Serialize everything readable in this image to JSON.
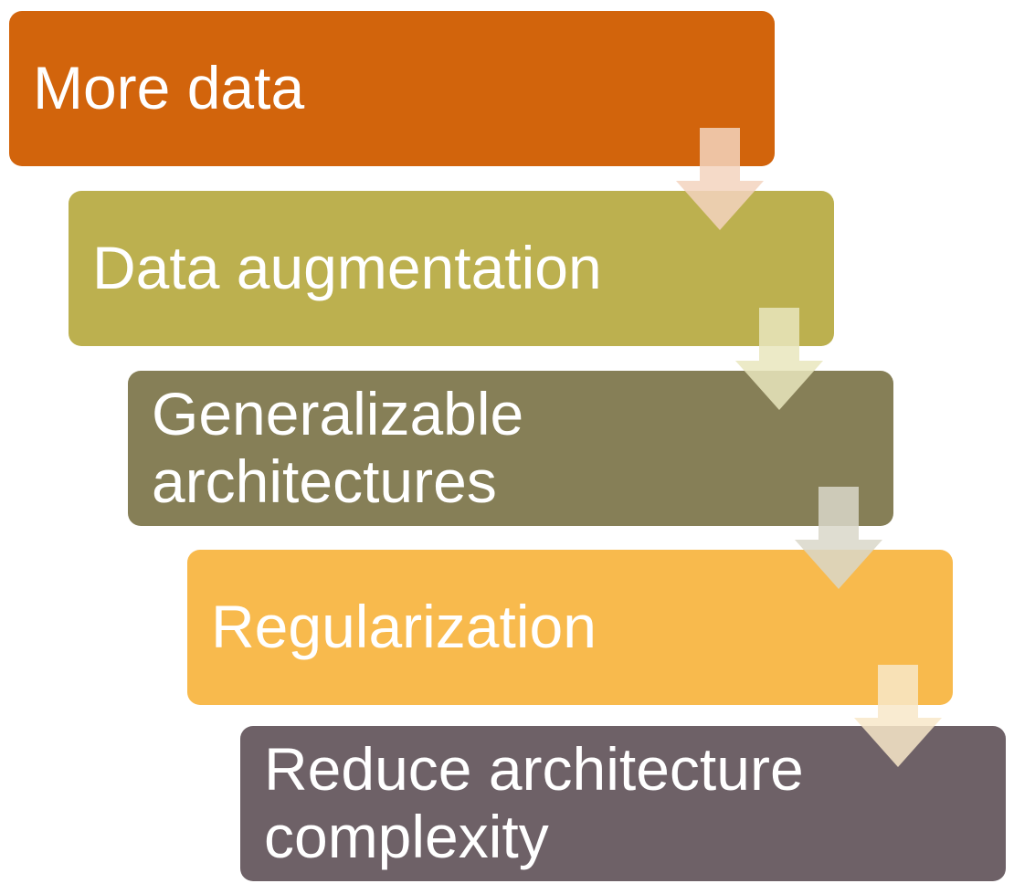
{
  "diagram": {
    "type": "step-down-process",
    "text_color": "#FFFFFF",
    "steps": [
      {
        "label": "More data",
        "color": "#D2640C",
        "arrow_color": "rgba(243, 211, 190, 0.85)"
      },
      {
        "label": "Data augmentation",
        "color": "#BCB04F",
        "arrow_color": "rgba(233, 230, 189, 0.85)"
      },
      {
        "label": "Generalizable architectures",
        "color": "#867F57",
        "arrow_color": "rgba(217, 215, 201, 0.85)"
      },
      {
        "label": "Regularization",
        "color": "#F8BA4D",
        "arrow_color": "rgba(248, 231, 201, 0.85)"
      },
      {
        "label": "Reduce architecture complexity",
        "color": "#6E6167",
        "arrow_color": null
      }
    ]
  }
}
